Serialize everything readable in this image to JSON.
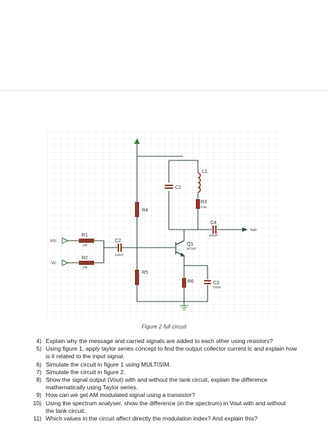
{
  "circuit": {
    "labels": {
      "vm": "Vm",
      "vc": "Vc",
      "vam": "Vam",
      "r1": "R1",
      "r1_val": "10k",
      "r2": "R2",
      "r2_val": "10k",
      "c2": "C2",
      "c2_val": "240nF",
      "r4": "R4",
      "r5": "R5",
      "c1": "C1",
      "l1": "L1",
      "r3": "R3",
      "r3_val": "0.06",
      "c4": "C4",
      "c4_val": "240nF",
      "q1": "Q1",
      "q1_val": "BC107",
      "r6": "R6",
      "c3": "C3",
      "c3_val": "720nF"
    }
  },
  "caption": "Figure 2 full circuit",
  "questions": [
    {
      "num": "4)",
      "lines": [
        "Explain why the message and carried signals are added to each other using resistors?"
      ]
    },
    {
      "num": "5)",
      "lines": [
        "Using figure 1, apply taylor series concept to find the output collector current Ic and explain how",
        "is it related to the input signal."
      ]
    },
    {
      "num": "6)",
      "lines": [
        "Simulate the circuit in figure 1 using MULTISIM."
      ]
    },
    {
      "num": "7)",
      "lines": [
        "Simulate the circuit in figure 2."
      ]
    },
    {
      "num": "8)",
      "lines": [
        "Show the signal output (Vout) with and without the tank circuit, explain the difference",
        "mathematically using Taylor series."
      ]
    },
    {
      "num": "9)",
      "lines": [
        "How can we get AM modulated signal using a transistor?"
      ]
    },
    {
      "num": "10)",
      "lines": [
        "Using the spectrum analyser, show the difference (in the spectrum) in Vout with and without",
        "the tank circuit."
      ]
    },
    {
      "num": "11)",
      "lines": [
        "Which values in the circuit affect directly the modulation index? And explain this?"
      ]
    }
  ]
}
